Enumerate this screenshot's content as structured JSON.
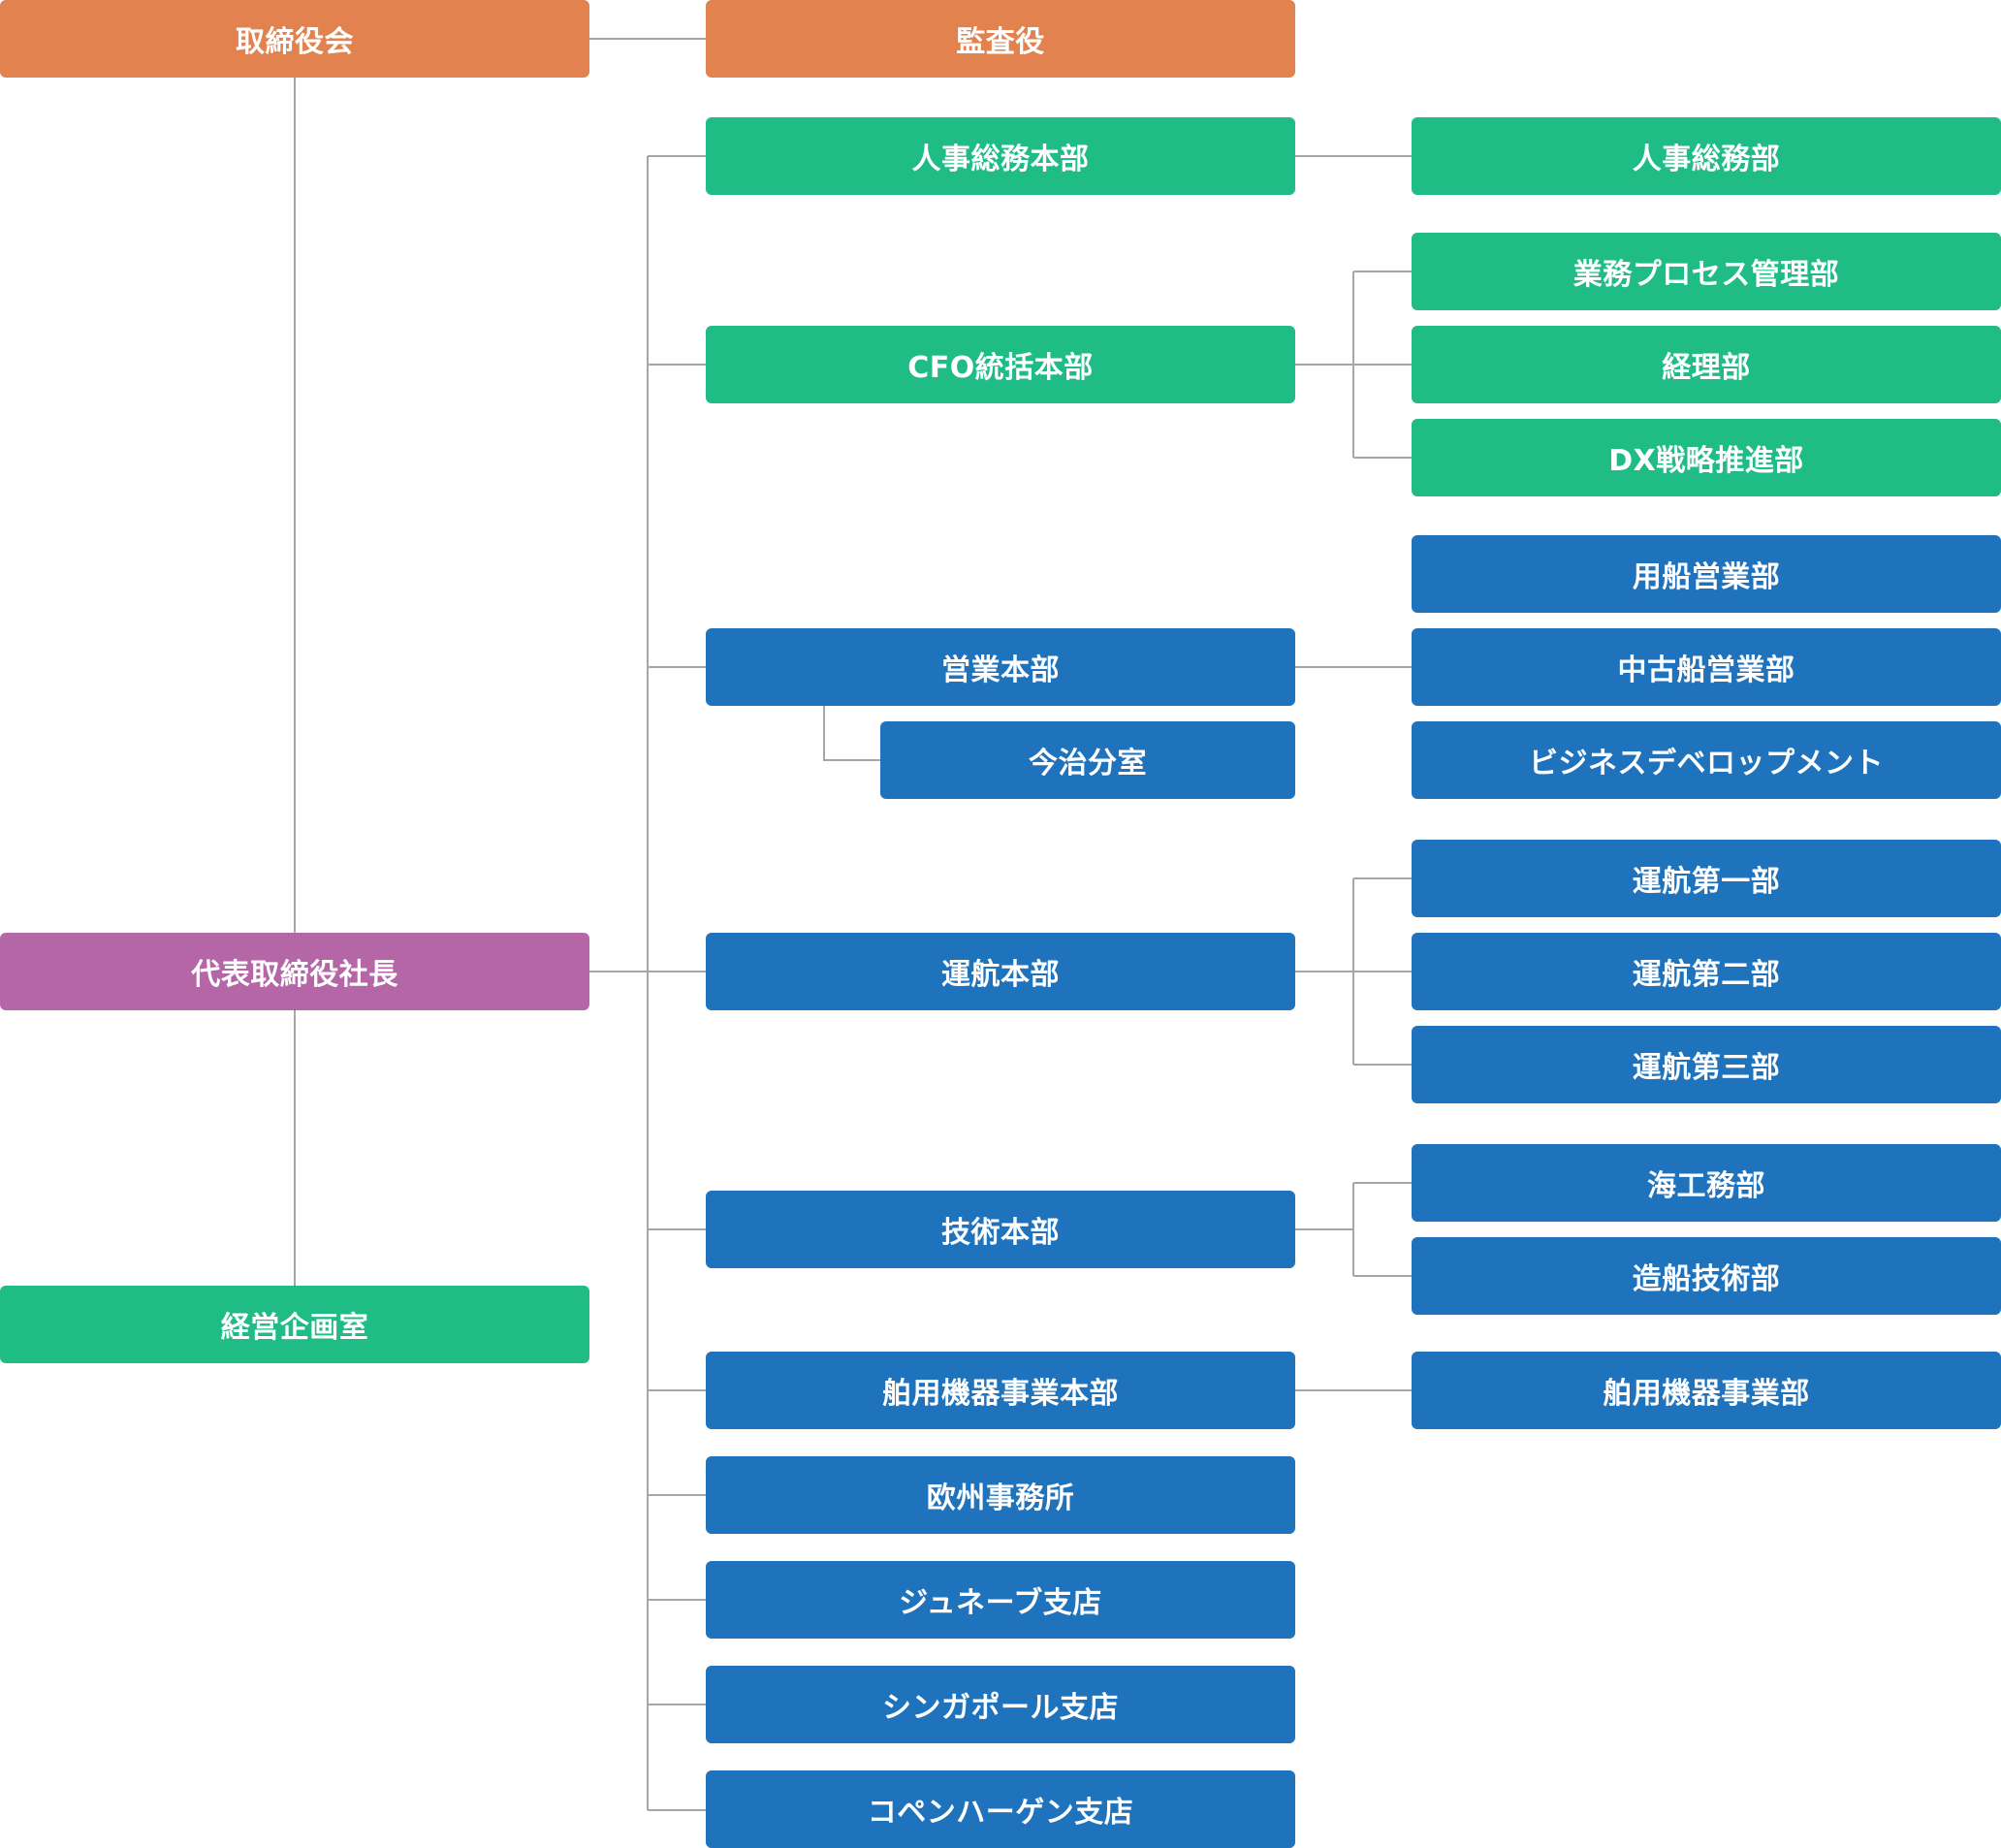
{
  "colors": {
    "governance": "#e2824f",
    "president": "#b466a7",
    "admin_units": "#1fbc86",
    "business_units": "#1f72bc",
    "connector": "#a6a6a6"
  },
  "board": "取締役会",
  "auditor": "監査役",
  "president": "代表取締役社長",
  "planning_office": "経営企画室",
  "hr_hq": "人事総務本部",
  "hr_dept": "人事総務部",
  "cfo_hq": "CFO統括本部",
  "cfo_depts": [
    "業務プロセス管理部",
    "経理部",
    "DX戦略推進部"
  ],
  "sales_hq": "営業本部",
  "sales_branch": "今治分室",
  "sales_depts": [
    "用船営業部",
    "中古船営業部",
    "ビジネスデベロップメント"
  ],
  "ops_hq": "運航本部",
  "ops_depts": [
    "運航第一部",
    "運航第二部",
    "運航第三部"
  ],
  "tech_hq": "技術本部",
  "tech_depts": [
    "海工務部",
    "造船技術部"
  ],
  "marine_hq": "舶用機器事業本部",
  "marine_dept": "舶用機器事業部",
  "europe_office": "欧州事務所",
  "geneva_branch": "ジュネーブ支店",
  "singapore_branch": "シンガポール支店",
  "copenhagen_branch": "コペンハーゲン支店"
}
